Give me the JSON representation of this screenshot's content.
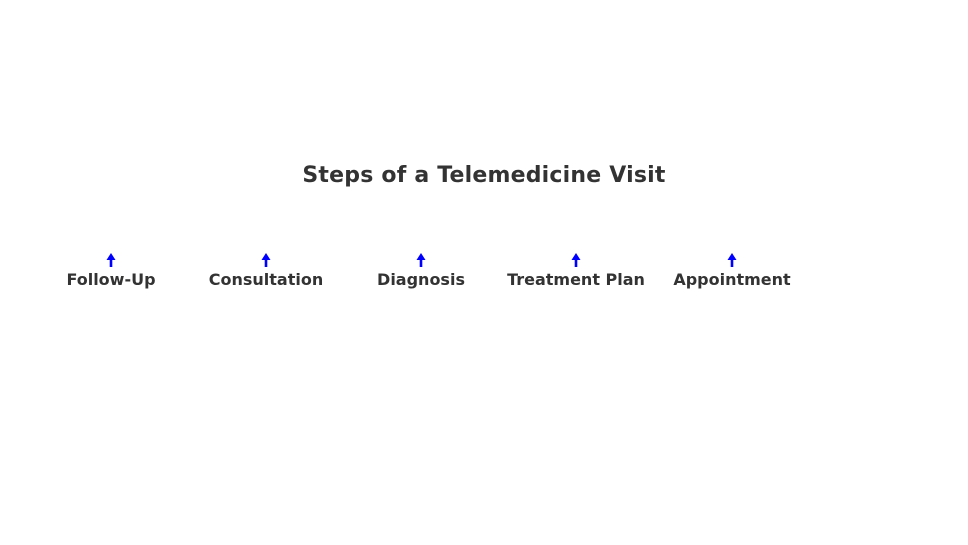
{
  "diagram": {
    "title": "Steps of a Telemedicine Visit",
    "arrow_color": "#0000ff",
    "text_color": "#333333",
    "steps": [
      {
        "label": "Follow-Up",
        "icon": "arrow-up-icon"
      },
      {
        "label": "Consultation",
        "icon": "arrow-up-icon"
      },
      {
        "label": "Diagnosis",
        "icon": "arrow-up-icon"
      },
      {
        "label": "Treatment Plan",
        "icon": "arrow-up-icon"
      },
      {
        "label": "Appointment",
        "icon": "arrow-up-icon"
      }
    ]
  }
}
